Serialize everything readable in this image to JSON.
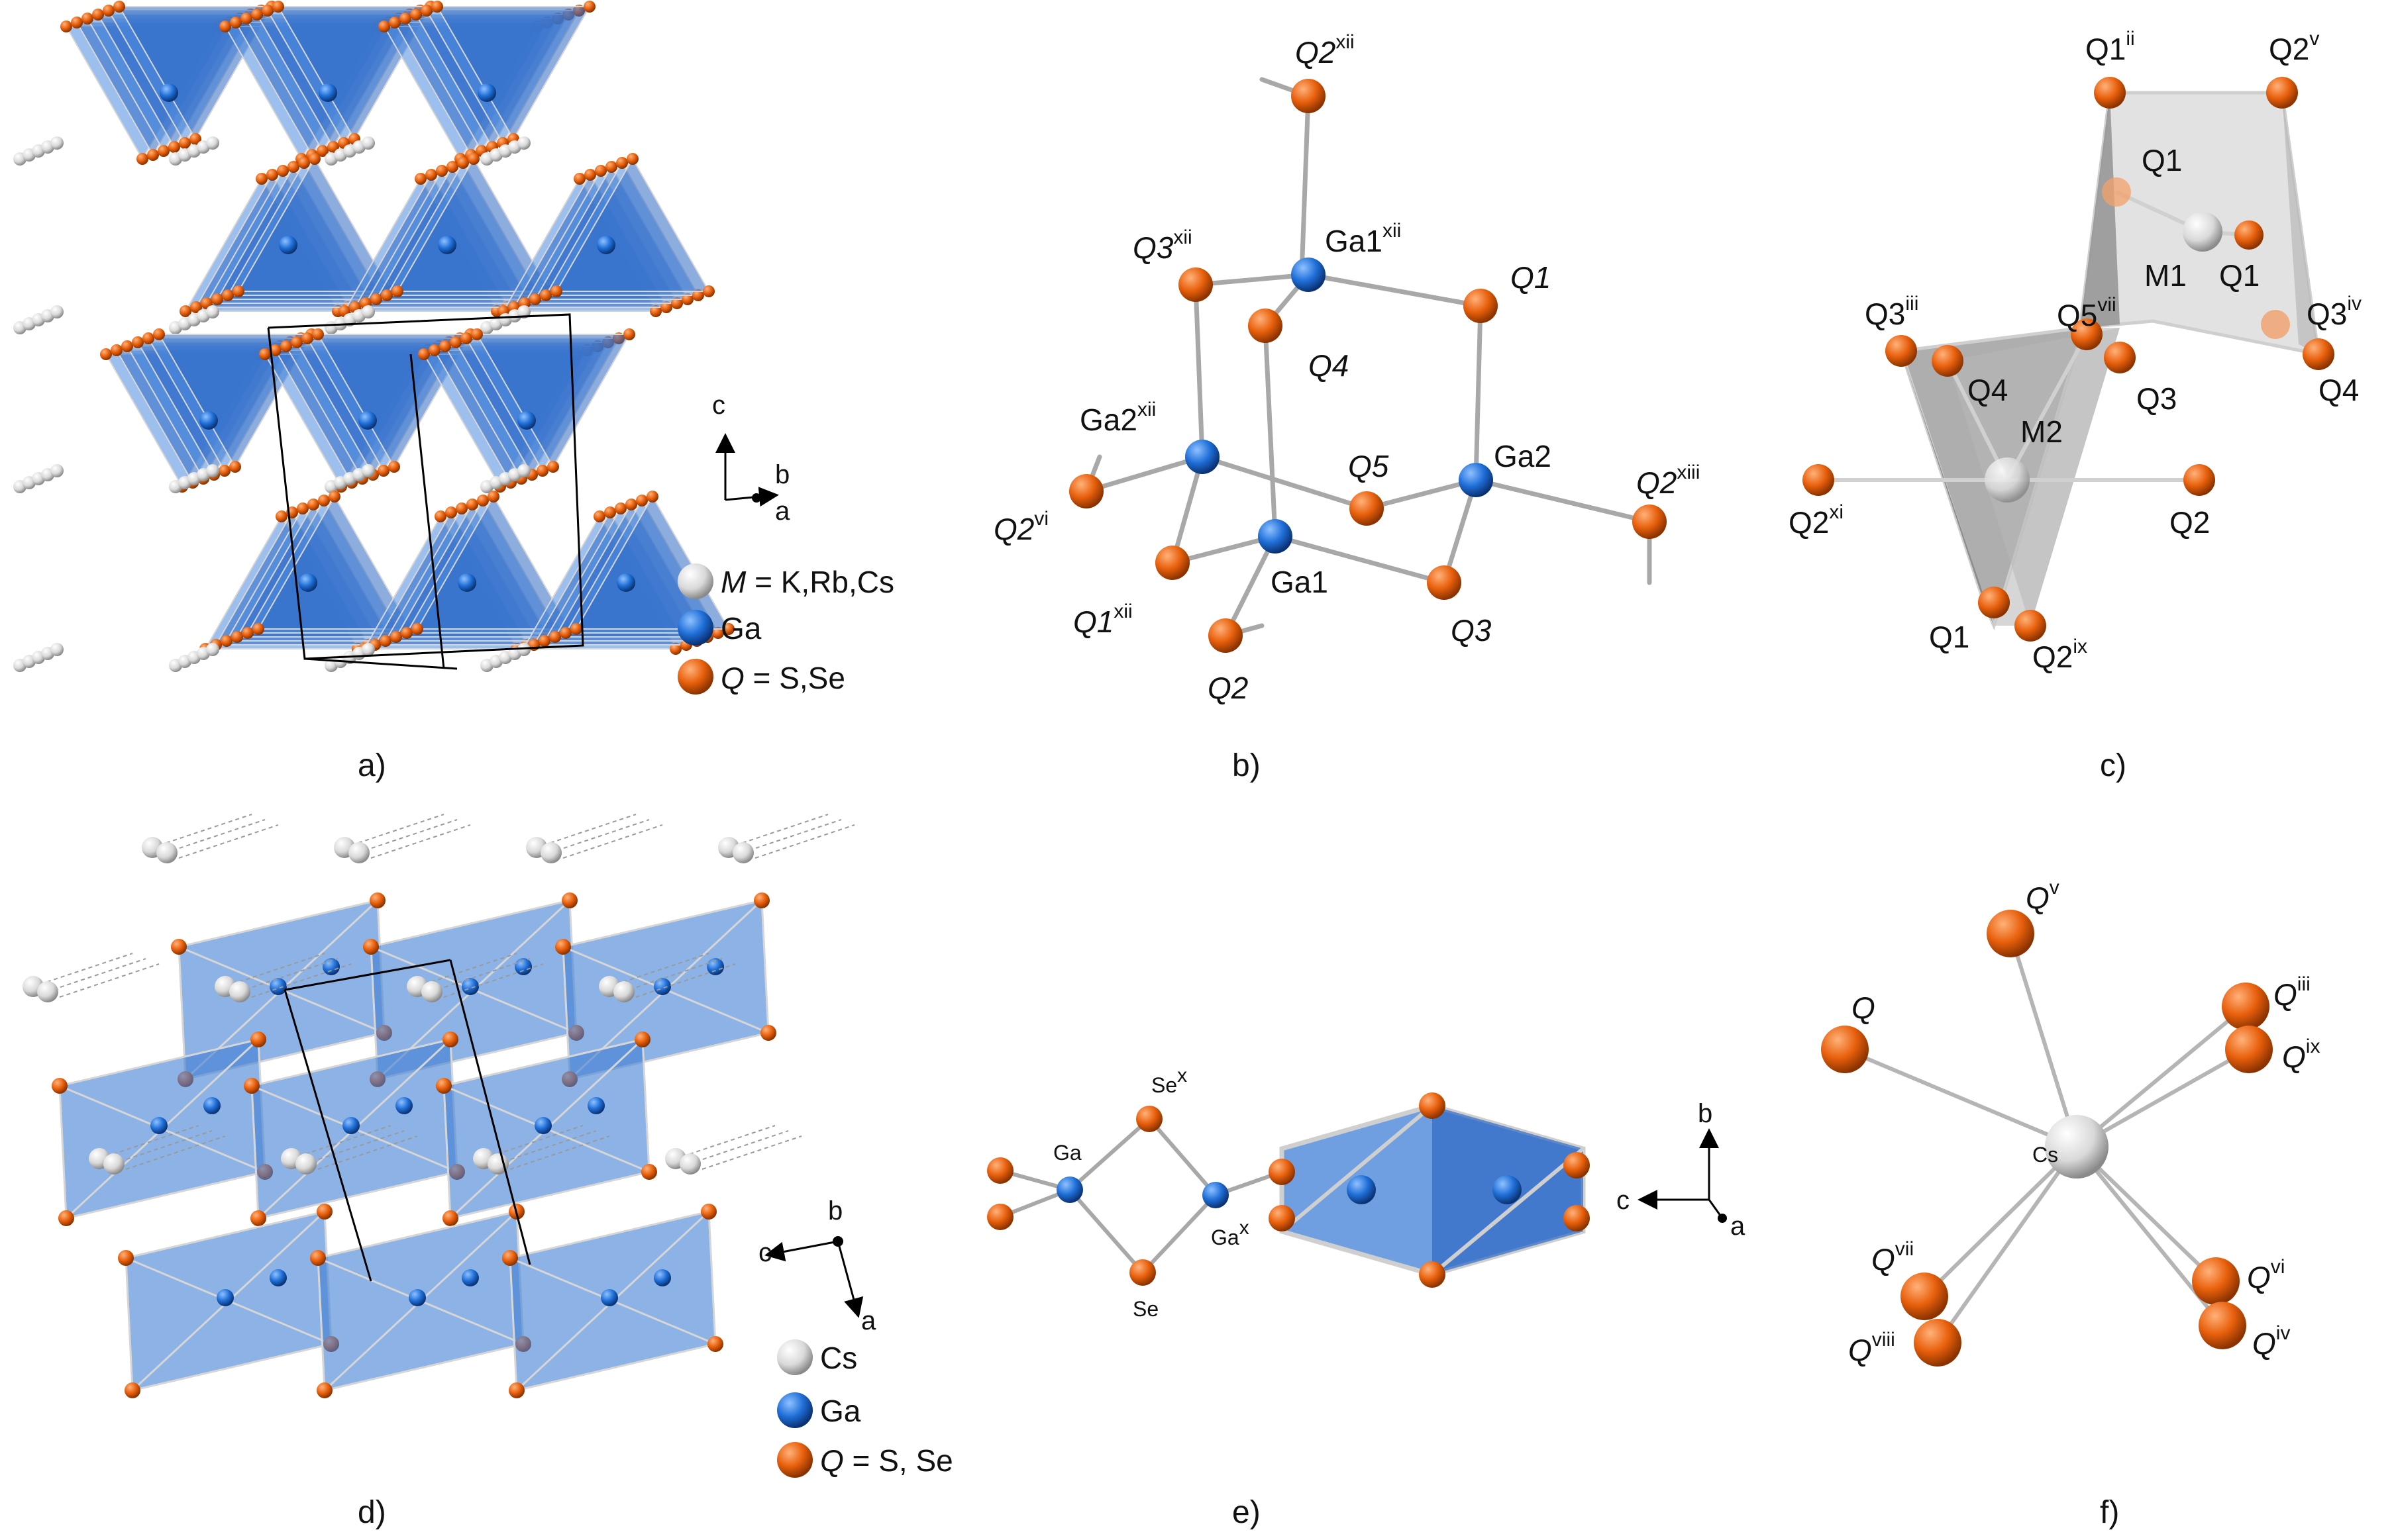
{
  "colors": {
    "Q_atom": "#e8600c",
    "Ga_atom": "#1f6fd8",
    "M_atom": "#d9d9d9",
    "tetra_blue": "#3f7fd6",
    "poly_grey": "#b9b9b9",
    "bond": "#b0b0b0"
  },
  "panels": {
    "a": {
      "caption": "a)",
      "axis": {
        "c": "c",
        "b": "b",
        "a": "a"
      },
      "legend": [
        {
          "sym": "M",
          "text": " = K,Rb,Cs"
        },
        {
          "sym": "Ga",
          "text": ""
        },
        {
          "sym": "Q",
          "text": " = S,Se"
        }
      ]
    },
    "b": {
      "caption": "b)",
      "labels": {
        "Q2xii": {
          "base": "Q2",
          "sup": "xii"
        },
        "Q3xii": {
          "base": "Q3",
          "sup": "xii"
        },
        "Ga1xii": {
          "base": "Ga1",
          "sup": "xii"
        },
        "Q1": {
          "base": "Q1",
          "sup": ""
        },
        "Q4": {
          "base": "Q4",
          "sup": ""
        },
        "Ga2xii": {
          "base": "Ga2",
          "sup": "xii"
        },
        "Q5": {
          "base": "Q5",
          "sup": ""
        },
        "Ga2": {
          "base": "Ga2",
          "sup": ""
        },
        "Q2xiii": {
          "base": "Q2",
          "sup": "xiii"
        },
        "Q2vi": {
          "base": "Q2",
          "sup": "vi"
        },
        "Ga1": {
          "base": "Ga1",
          "sup": ""
        },
        "Q1xii": {
          "base": "Q1",
          "sup": "xii"
        },
        "Q3": {
          "base": "Q3",
          "sup": ""
        },
        "Q2": {
          "base": "Q2",
          "sup": ""
        }
      }
    },
    "c": {
      "caption": "c)",
      "labels": {
        "Q1ii": {
          "base": "Q1",
          "sup": "ii"
        },
        "Q2v": {
          "base": "Q2",
          "sup": "v"
        },
        "Q1a": {
          "base": "Q1",
          "sup": ""
        },
        "M1": {
          "base": "M1",
          "sup": ""
        },
        "Q1b": {
          "base": "Q1",
          "sup": ""
        },
        "Q3iii": {
          "base": "Q3",
          "sup": "iii"
        },
        "Q5vii": {
          "base": "Q5",
          "sup": "vii"
        },
        "Q3iv": {
          "base": "Q3",
          "sup": "iv"
        },
        "Q4a": {
          "base": "Q4",
          "sup": ""
        },
        "Q3": {
          "base": "Q3",
          "sup": ""
        },
        "Q4b": {
          "base": "Q4",
          "sup": ""
        },
        "M2": {
          "base": "M2",
          "sup": ""
        },
        "Q2xi": {
          "base": "Q2",
          "sup": "xi"
        },
        "Q2": {
          "base": "Q2",
          "sup": ""
        },
        "Q1c": {
          "base": "Q1",
          "sup": ""
        },
        "Q2ix": {
          "base": "Q2",
          "sup": "ix"
        }
      }
    },
    "d": {
      "caption": "d)",
      "axis": {
        "c": "c",
        "b": "b",
        "a": "a"
      },
      "legend": [
        {
          "sym": "Cs",
          "text": ""
        },
        {
          "sym": "Ga",
          "text": ""
        },
        {
          "sym": "Q",
          "text": " = S, Se"
        }
      ]
    },
    "e": {
      "caption": "e)",
      "axis": {
        "b": "b",
        "c": "c",
        "a": "a"
      },
      "labels": {
        "Sex": {
          "base": "Se",
          "sup": "x"
        },
        "Ga": {
          "base": "Ga",
          "sup": ""
        },
        "Gax": {
          "base": "Ga",
          "sup": "x"
        },
        "Se": {
          "base": "Se",
          "sup": ""
        }
      }
    },
    "f": {
      "caption": "f)",
      "labels": {
        "Qv": {
          "base": "Q",
          "sup": "v"
        },
        "Q": {
          "base": "Q",
          "sup": ""
        },
        "Qiii": {
          "base": "Q",
          "sup": "iii"
        },
        "Qix": {
          "base": "Q",
          "sup": "ix"
        },
        "Cs": {
          "base": "Cs",
          "sup": ""
        },
        "Qvii": {
          "base": "Q",
          "sup": "vii"
        },
        "Qvi": {
          "base": "Q",
          "sup": "vi"
        },
        "Qviii": {
          "base": "Q",
          "sup": "viii"
        },
        "Qiv": {
          "base": "Q",
          "sup": "iv"
        }
      }
    }
  }
}
